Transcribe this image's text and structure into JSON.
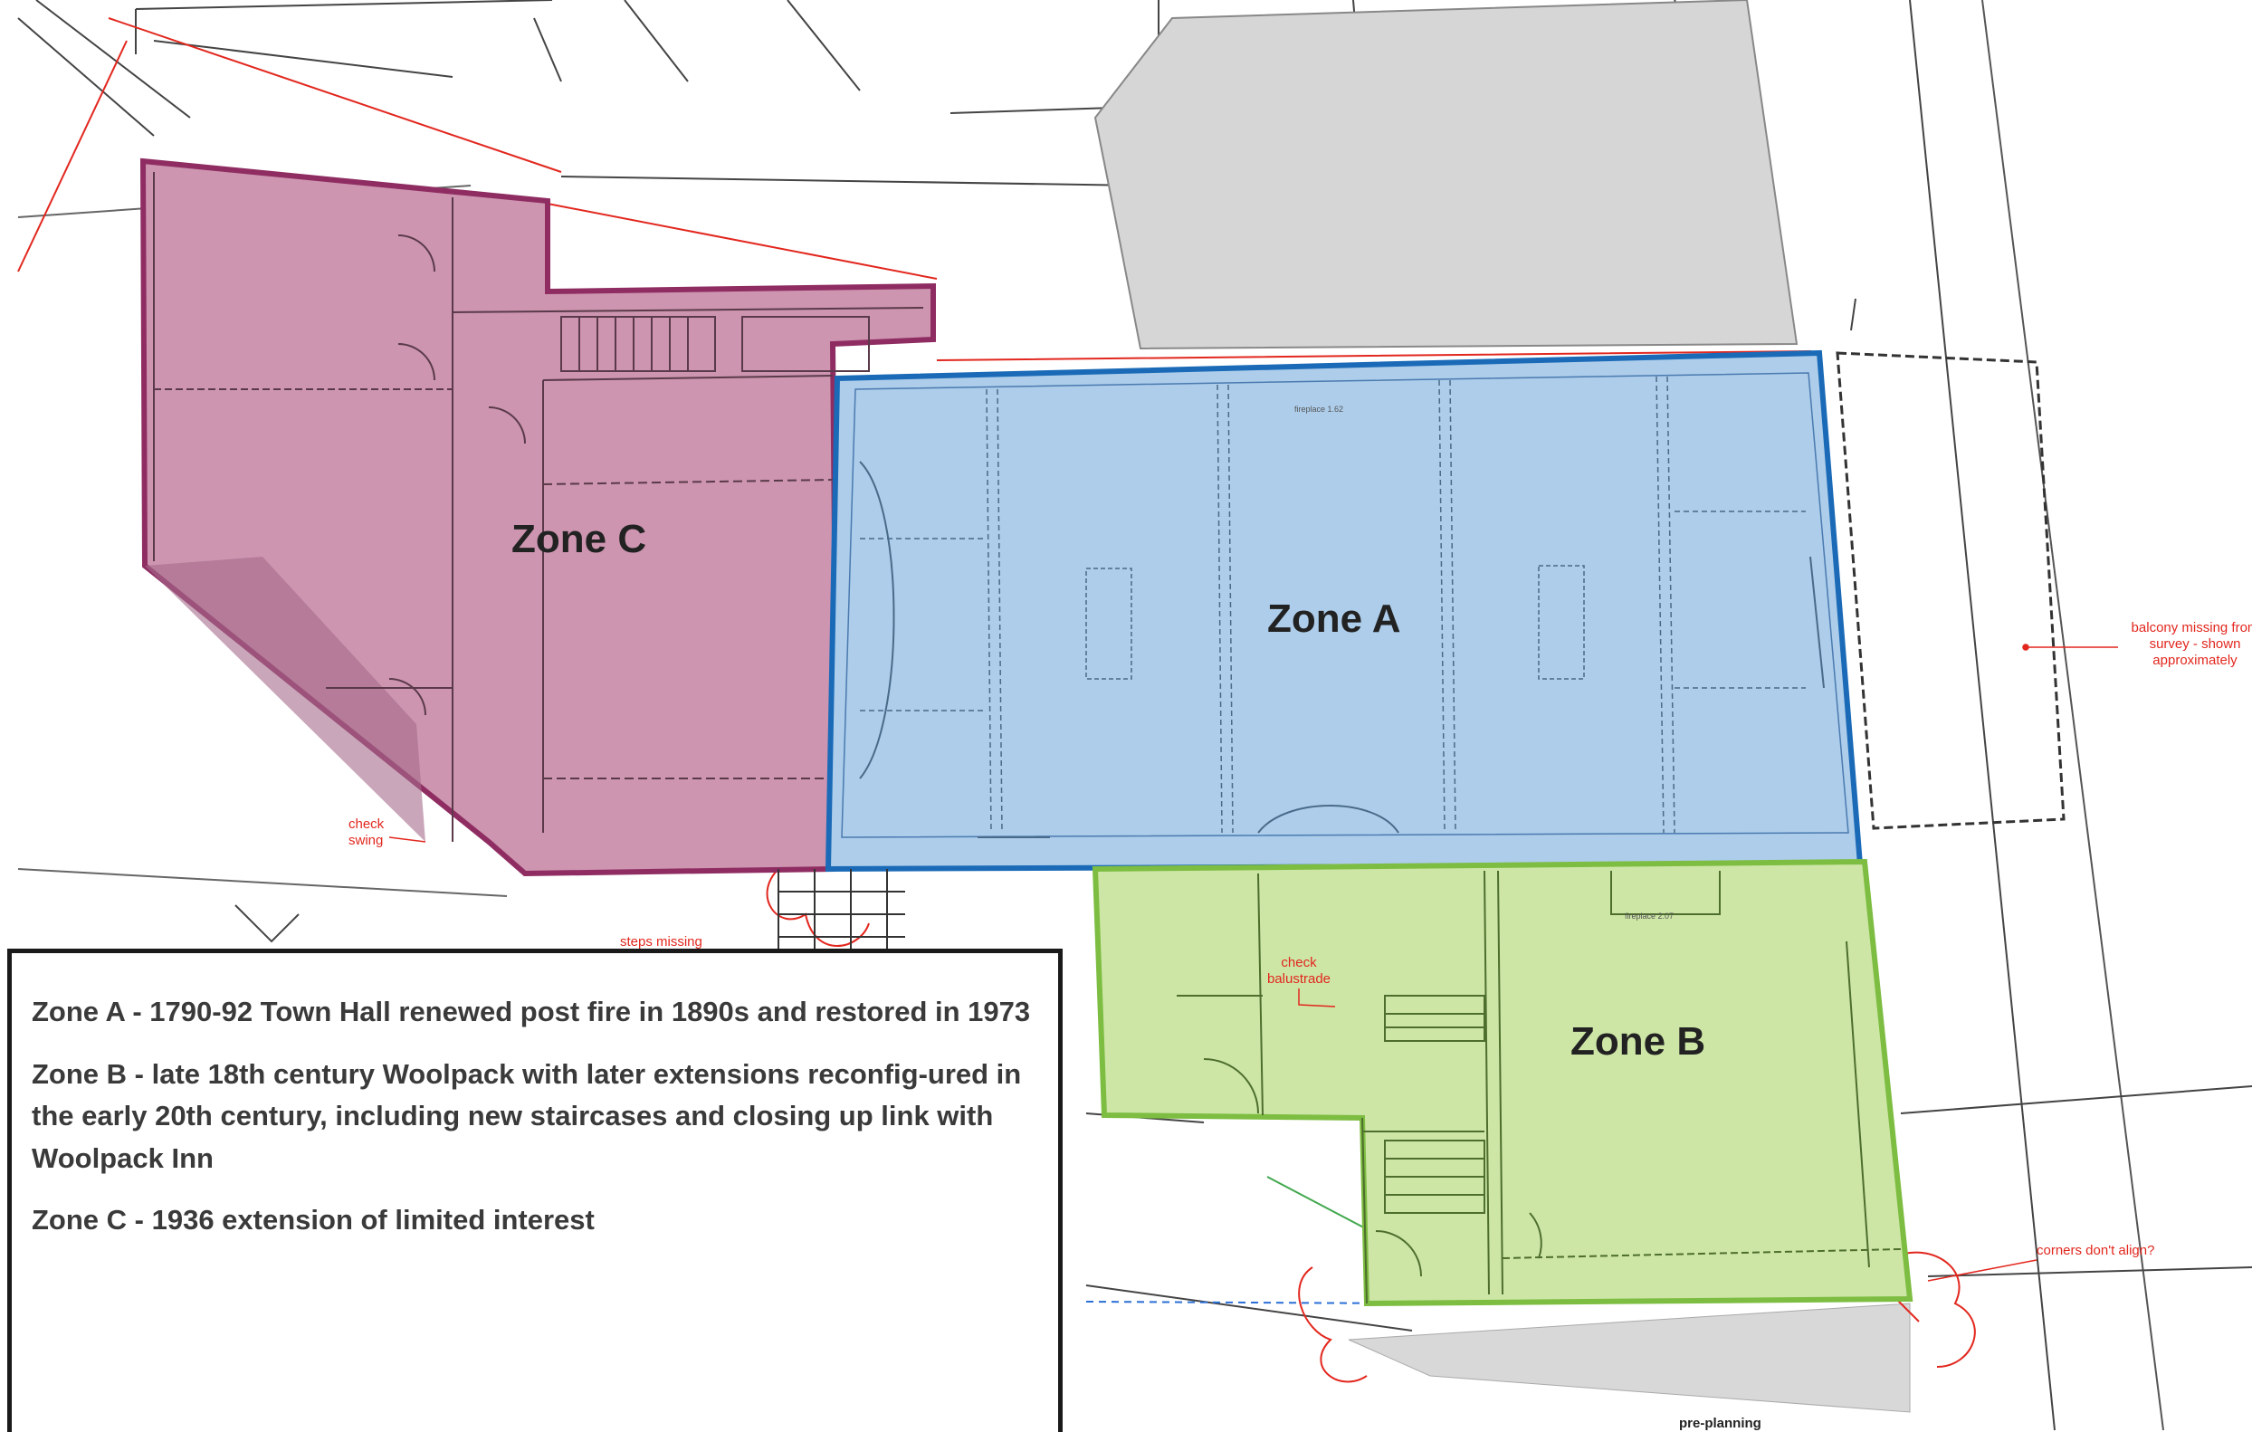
{
  "zones": {
    "a": {
      "label": "Zone A",
      "fill": "#adcdea",
      "stroke": "#1a6ab7"
    },
    "b": {
      "label": "Zone B",
      "fill": "#cde6a6",
      "stroke": "#7dbd41"
    },
    "c": {
      "label": "Zone C",
      "fill": "#cd95b0",
      "stroke": "#8f2d62"
    }
  },
  "annotations": {
    "check_swing": [
      "check",
      "swing"
    ],
    "steps_missing": "steps missing",
    "check_balustrade": [
      "check",
      "balustrade"
    ],
    "balcony_missing": [
      "balcony missing from",
      "survey - shown",
      "approximately"
    ],
    "corners_dont_align": "corners don't align?",
    "pre_planning": "pre-planning",
    "fireplace_a": "fireplace 1.62",
    "fireplace_b": "fireplace 2.07"
  },
  "legend": {
    "zone_a": "Zone A - 1790-92 Town Hall renewed post fire in 1890s and restored in 1973",
    "zone_b": "Zone B - late 18th century Woolpack with later extensions reconfig-ured in the early 20th century, including new staircases and closing up link with Woolpack Inn",
    "zone_c": "Zone C - 1936 extension of limited interest"
  },
  "colors": {
    "boundary": "#e2271e",
    "linework": "#333333",
    "grey_building": "#d6d6d6",
    "legend_border": "#1a1a1a"
  }
}
